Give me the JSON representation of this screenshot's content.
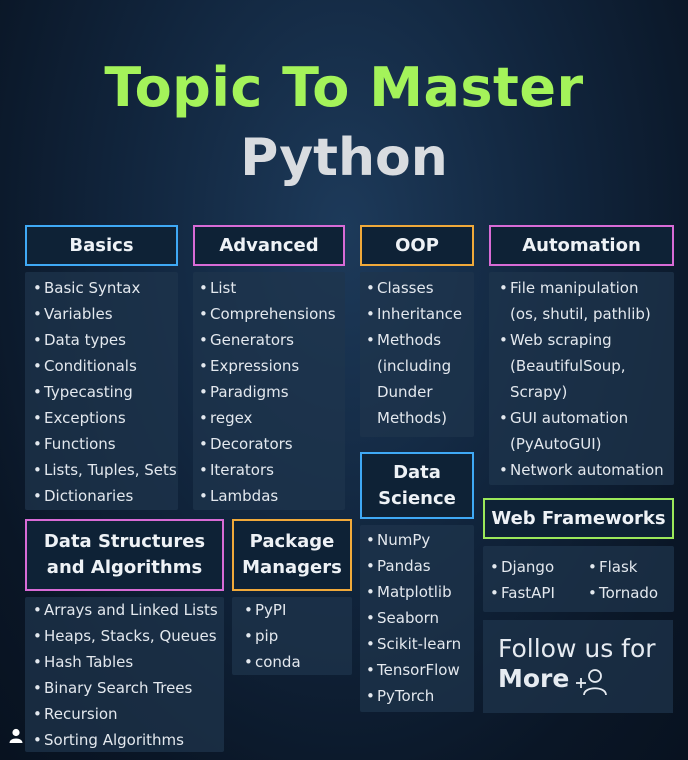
{
  "title": {
    "line1": "Topic To Master",
    "line2": "Python"
  },
  "sections": {
    "basics": {
      "header": "Basics",
      "items": [
        "Basic Syntax",
        "Variables",
        "Data types",
        "Conditionals",
        "Typecasting",
        "Exceptions",
        "Functions",
        "Lists, Tuples, Sets",
        "Dictionaries"
      ]
    },
    "advanced": {
      "header": "Advanced",
      "items": [
        "List",
        "Comprehensions",
        "Generators",
        "Expressions",
        "Paradigms",
        "regex",
        "Decorators",
        "Iterators",
        "Lambdas"
      ]
    },
    "oop": {
      "header": "OOP",
      "items": [
        "Classes",
        "Inheritance",
        "Methods",
        "(including",
        "Dunder",
        "Methods)"
      ]
    },
    "automation": {
      "header": "Automation",
      "items": [
        "File manipulation",
        "(os,  shutil, pathlib)",
        "Web scraping",
        "(BeautifulSoup,",
        "Scrapy)",
        "GUI automation",
        "(PyAutoGUI)",
        "Network automation"
      ]
    },
    "dsa": {
      "header_line1": "Data Structures",
      "header_line2": "and Algorithms",
      "items": [
        "Arrays and Linked Lists",
        "Heaps, Stacks, Queues",
        "Hash Tables",
        "Binary Search Trees",
        "Recursion",
        "Sorting Algorithms"
      ]
    },
    "packages": {
      "header_line1": "Package",
      "header_line2": "Managers",
      "items": [
        "PyPI",
        "pip",
        "conda"
      ]
    },
    "datascience": {
      "header_line1": "Data",
      "header_line2": "Science",
      "items": [
        "NumPy",
        "Pandas",
        "Matplotlib",
        "Seaborn",
        "Scikit-learn",
        "TensorFlow",
        "PyTorch"
      ]
    },
    "web": {
      "header": "Web Frameworks",
      "items": [
        "Django",
        "Flask",
        "FastAPI",
        "Tornado"
      ]
    }
  },
  "follow": {
    "line1": "Follow us for",
    "line2": "More"
  },
  "bullet": "•",
  "colors": {
    "title_green": "#a4f35a",
    "blue": "#3fa9f5",
    "pink": "#d86bd6",
    "orange": "#f0a93a",
    "green": "#9be85a"
  },
  "icons": {
    "follow": "add-user-icon",
    "corner": "user-icon"
  }
}
